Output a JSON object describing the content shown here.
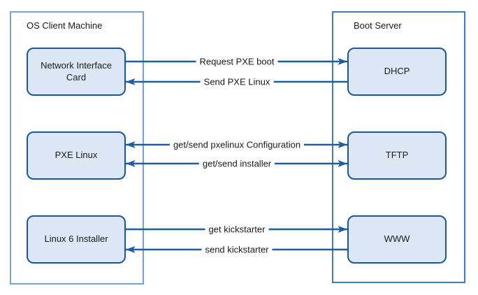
{
  "containers": [
    {
      "title": "OS Client Machine"
    },
    {
      "title": "Boot Server"
    }
  ],
  "nodes": [
    {
      "id": "network-interface-card",
      "label": "Network Interface Card",
      "container": "OS Client Machine"
    },
    {
      "id": "pxe-linux",
      "label": "PXE Linux",
      "container": "OS Client Machine"
    },
    {
      "id": "linux-6-installer",
      "label": "Linux 6 Installer",
      "container": "OS Client Machine"
    },
    {
      "id": "dhcp",
      "label": "DHCP",
      "container": "Boot Server"
    },
    {
      "id": "tftp",
      "label": "TFTP",
      "container": "Boot Server"
    },
    {
      "id": "www",
      "label": "WWW",
      "container": "Boot Server"
    }
  ],
  "flows": [
    {
      "label": "Request PXE boot",
      "from": "network-interface-card",
      "to": "dhcp",
      "direction": "right"
    },
    {
      "label": "Send PXE Linux",
      "from": "dhcp",
      "to": "network-interface-card",
      "direction": "left"
    },
    {
      "label": "get/send pxelinux Configuration",
      "from": "pxe-linux",
      "to": "tftp",
      "direction": "both"
    },
    {
      "label": "get/send installer",
      "from": "pxe-linux",
      "to": "tftp",
      "direction": "both"
    },
    {
      "label": "get kickstarter",
      "from": "linux-6-installer",
      "to": "www",
      "direction": "right"
    },
    {
      "label": "send kickstarter",
      "from": "www",
      "to": "linux-6-installer",
      "direction": "left"
    }
  ],
  "colors": {
    "canvas-bg": "#ffffff",
    "container-left-border": "#74a3d9",
    "container-right-border": "#3d7cbd",
    "node-fill": "#dbe7f4",
    "node-border": "#17599f",
    "arrow-color": "#1e5fa4",
    "text-color": "#1a1a1a"
  }
}
